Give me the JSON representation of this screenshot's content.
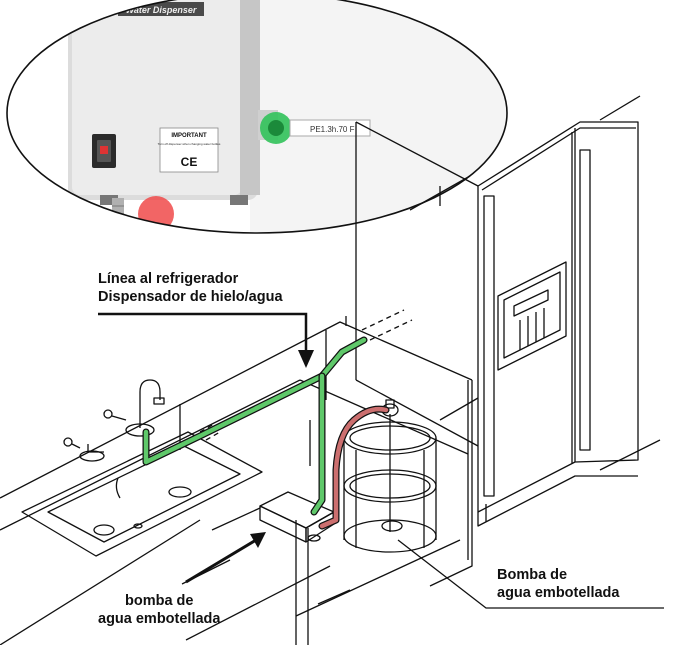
{
  "callouts": {
    "fridge_line_1": "Línea al refrigerador",
    "fridge_line_2": "Dispensador de hielo/agua",
    "pump_1": "bomba de",
    "pump_2": "agua embotellada",
    "bottle_pump_1": "Bomba de",
    "bottle_pump_2": "agua embotellada"
  },
  "inset": {
    "device_brand": "Water Dispenser",
    "important_title": "IMPORTANT",
    "important_text": "Turn off dispenser when changing water bottles",
    "ce_mark": "CE",
    "tube_print": "PE1.3h.70 F"
  },
  "colors": {
    "water_line": "#5fc86a",
    "supply_line": "#cc6f6f",
    "fitting": "#31c25a",
    "drain_plug": "#f04a4a",
    "line_art": "#111111"
  }
}
